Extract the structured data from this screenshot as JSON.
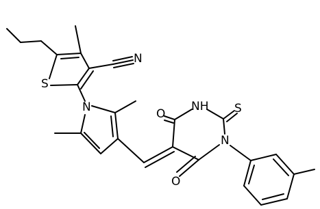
{
  "atoms": {
    "s": "S",
    "n_pyrrole": "N",
    "n_nitrile": "N",
    "nh": "NH",
    "n_pyrimidine": "N",
    "o_top": "O",
    "o_bottom": "O",
    "s_thio": "S"
  },
  "colors": {
    "bond": "#000000",
    "label": "#000000",
    "background": "#ffffff"
  }
}
